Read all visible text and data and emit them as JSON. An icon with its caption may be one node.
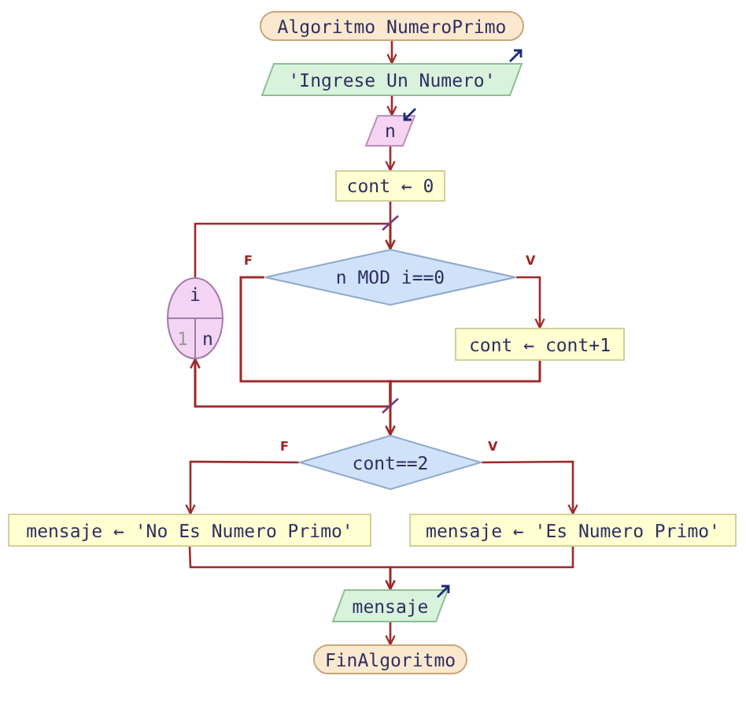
{
  "diagram": {
    "nodes": [
      {
        "text": [
          "Algoritmo NumeroPrimo"
        ]
      },
      {
        "text": [
          "'Ingrese Un Numero'"
        ]
      },
      {
        "text": [
          "n"
        ]
      },
      {
        "text": [
          "cont ← 0"
        ]
      },
      {
        "text": [
          "i",
          "1",
          "n"
        ]
      },
      {
        "text": [
          "n MOD i==0"
        ]
      },
      {
        "text": [
          "cont ← cont+1"
        ]
      },
      {
        "text": [
          "cont==2"
        ]
      },
      {
        "text": [
          "mensaje ← 'No Es Numero Primo'"
        ]
      },
      {
        "text": [
          "mensaje ← 'Es Numero Primo'"
        ]
      },
      {
        "text": [
          "mensaje"
        ]
      },
      {
        "text": [
          "FinAlgoritmo"
        ]
      }
    ],
    "edges": [
      {
        "from": 0,
        "to": 1,
        "arrow": "to"
      },
      {
        "from": 1,
        "to": 2,
        "arrow": "to"
      },
      {
        "from": 2,
        "to": 3,
        "arrow": "to"
      },
      {
        "from": 3,
        "to": 5,
        "arrow": "to"
      },
      {
        "from": 4,
        "to": 5,
        "arrow": "to"
      },
      {
        "from": 5,
        "to": 6,
        "label": "V",
        "arrow": "to"
      },
      {
        "from": 5,
        "to": 4,
        "label": "F",
        "arrow": "to"
      },
      {
        "from": 5,
        "to": 7,
        "arrow": "to"
      },
      {
        "from": 6,
        "to": 4,
        "arrow": "to"
      },
      {
        "from": 6,
        "to": 7,
        "arrow": "to"
      },
      {
        "from": 7,
        "to": 8,
        "label": "F",
        "arrow": "to"
      },
      {
        "from": 7,
        "to": 9,
        "label": "V",
        "arrow": "to"
      },
      {
        "from": 8,
        "to": 10,
        "arrow": "to"
      },
      {
        "from": 9,
        "to": 10,
        "arrow": "to"
      },
      {
        "from": 10,
        "to": 11,
        "arrow": "to"
      }
    ]
  }
}
